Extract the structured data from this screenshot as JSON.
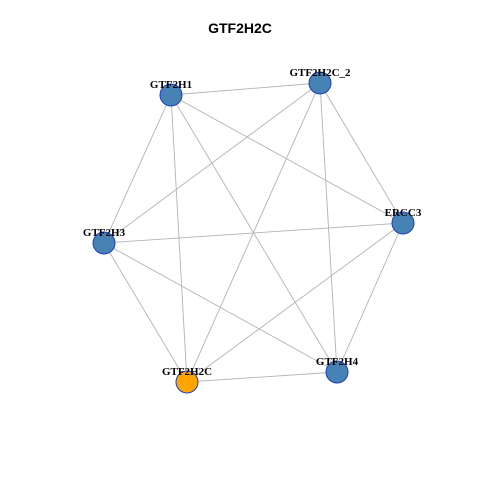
{
  "title": "GTF2H2C",
  "colors": {
    "default_node": "#4682B4",
    "query_node": "#FFA500",
    "node_border": "#1f3fbf",
    "edge": "#b3b3b3"
  },
  "nodes": [
    {
      "id": "GTF2H1",
      "label": "GTF2H1",
      "query": false
    },
    {
      "id": "GTF2H2C_2",
      "label": "GTF2H2C_2",
      "query": false
    },
    {
      "id": "ERCC3",
      "label": "ERCC3",
      "query": false
    },
    {
      "id": "GTF2H3",
      "label": "GTF2H3",
      "query": false
    },
    {
      "id": "GTF2H2C",
      "label": "GTF2H2C",
      "query": true
    },
    {
      "id": "GTF2H4",
      "label": "GTF2H4",
      "query": false
    }
  ],
  "edges": [
    [
      "GTF2H1",
      "GTF2H2C_2"
    ],
    [
      "GTF2H1",
      "ERCC3"
    ],
    [
      "GTF2H1",
      "GTF2H3"
    ],
    [
      "GTF2H1",
      "GTF2H2C"
    ],
    [
      "GTF2H1",
      "GTF2H4"
    ],
    [
      "GTF2H2C_2",
      "ERCC3"
    ],
    [
      "GTF2H2C_2",
      "GTF2H3"
    ],
    [
      "GTF2H2C_2",
      "GTF2H2C"
    ],
    [
      "GTF2H2C_2",
      "GTF2H4"
    ],
    [
      "ERCC3",
      "GTF2H3"
    ],
    [
      "ERCC3",
      "GTF2H2C"
    ],
    [
      "ERCC3",
      "GTF2H4"
    ],
    [
      "GTF2H3",
      "GTF2H2C"
    ],
    [
      "GTF2H3",
      "GTF2H4"
    ],
    [
      "GTF2H2C",
      "GTF2H4"
    ]
  ]
}
